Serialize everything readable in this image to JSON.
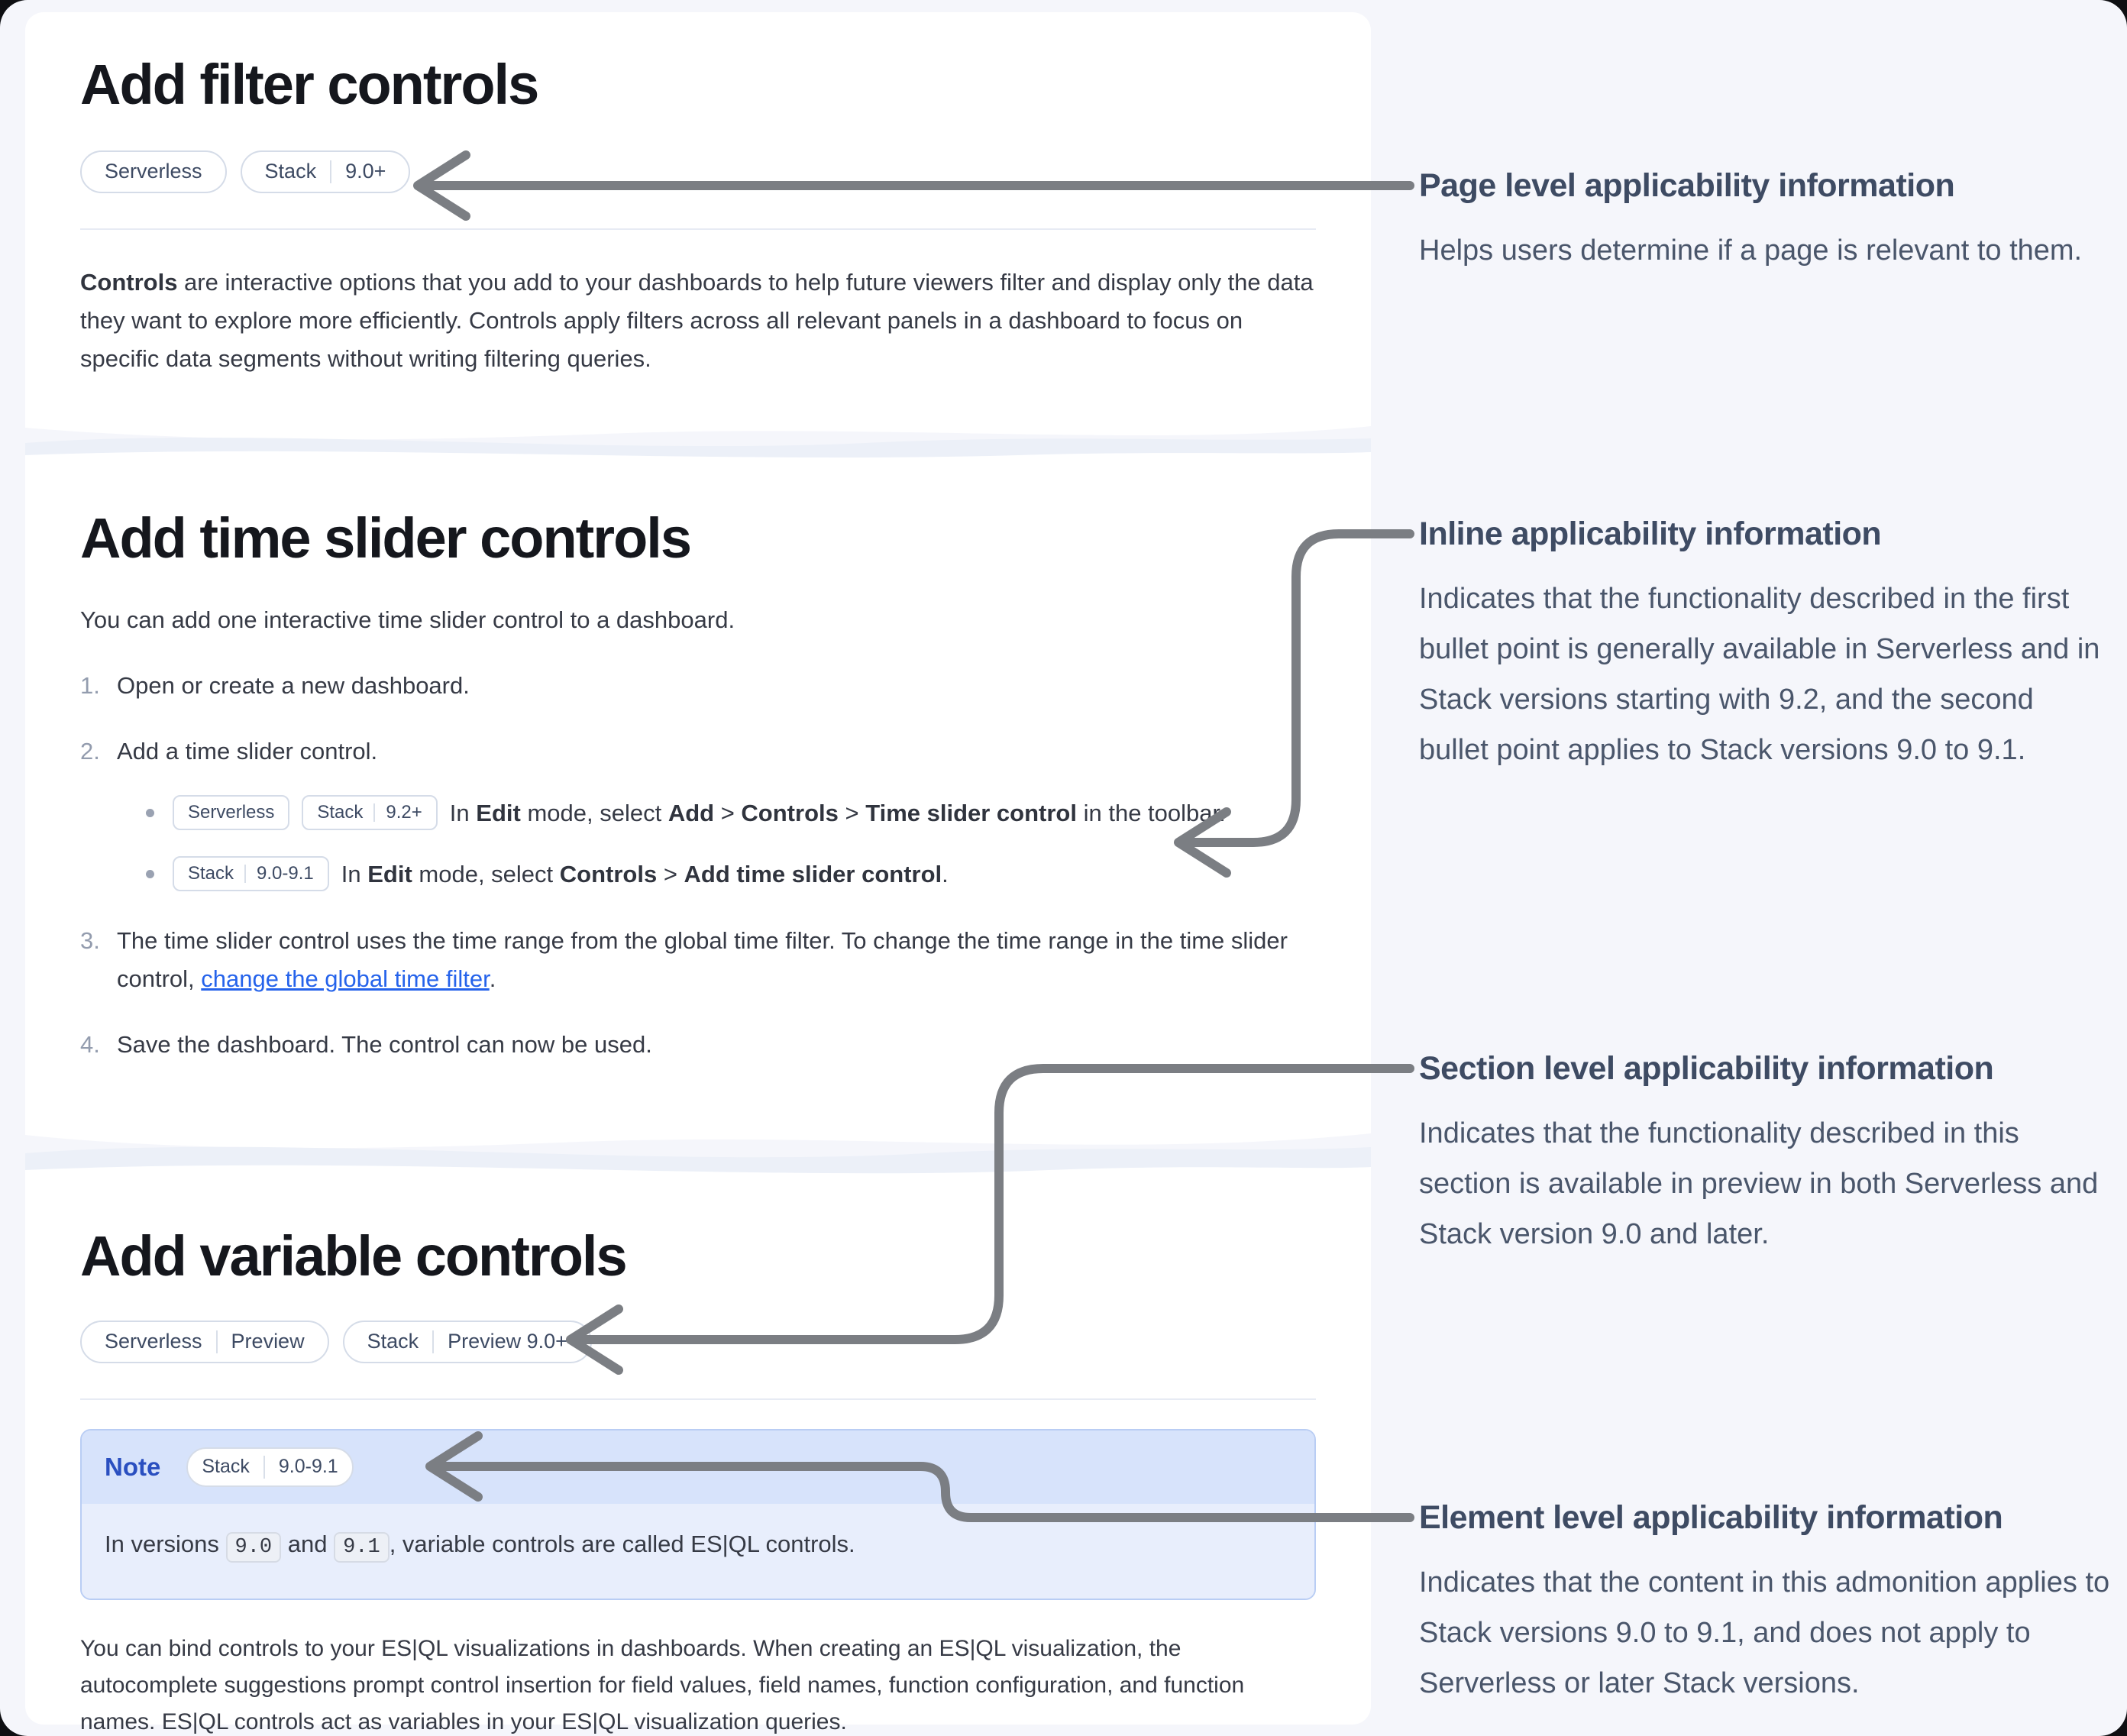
{
  "colors": {
    "page_background": "#f5f6fb",
    "card_background": "#ffffff",
    "heading_text": "#15171d",
    "body_text": "#363a45",
    "annotation_heading": "#3e4b63",
    "annotation_text": "#4a566b",
    "arrow_gray": "#7b7e83",
    "link_blue": "#2563eb",
    "badge_border": "#d5dce8",
    "badge_text": "#3d4a63",
    "note_border": "#b9cdf4",
    "note_header_background": "#d7e3fb",
    "note_body_background": "#e8eefc",
    "note_label_blue": "#2a4fc0",
    "code_background": "#edf0f6",
    "wave_tint": "#ecf0f8"
  },
  "filter_section": {
    "heading": "Add filter controls",
    "badges": [
      {
        "style": "pill",
        "segments": [
          "Serverless"
        ]
      },
      {
        "style": "pill",
        "segments": [
          "Stack",
          "9.0+"
        ]
      }
    ],
    "paragraph": [
      {
        "t": "Controls",
        "b": true
      },
      {
        "t": " are interactive options that you add to your dashboards to help future viewers filter and display only the data they want to explore more efficiently. Controls apply filters across all relevant panels in a dashboard to focus on specific data segments without writing filtering queries."
      }
    ]
  },
  "time_slider_section": {
    "heading": "Add time slider controls",
    "intro": "You can add one interactive time slider control to a dashboard.",
    "steps": [
      {
        "num": "1.",
        "parts": [
          {
            "t": "Open or create a new dashboard."
          }
        ]
      },
      {
        "num": "2.",
        "parts": [
          {
            "t": "Add a time slider control."
          }
        ]
      },
      {
        "num": "3.",
        "parts": [
          {
            "t": "The time slider control uses the time range from the global time filter. To change the time range in the time slider control, "
          },
          {
            "t": "change the global time filter",
            "link": true
          },
          {
            "t": "."
          }
        ]
      },
      {
        "num": "4.",
        "parts": [
          {
            "t": "Save the dashboard. The control can now be used."
          }
        ]
      }
    ],
    "bullets": [
      {
        "parts": [
          {
            "badge": [
              "Serverless"
            ]
          },
          {
            "badge": [
              "Stack",
              "9.2+"
            ]
          },
          {
            "t": "In "
          },
          {
            "t": "Edit",
            "b": true
          },
          {
            "t": " mode, select "
          },
          {
            "t": "Add",
            "b": true
          },
          {
            "t": " > "
          },
          {
            "t": "Controls",
            "b": true
          },
          {
            "t": " > "
          },
          {
            "t": "Time slider control",
            "b": true
          },
          {
            "t": " in the toolbar."
          }
        ]
      },
      {
        "parts": [
          {
            "badge": [
              "Stack",
              "9.0-9.1"
            ]
          },
          {
            "t": "In "
          },
          {
            "t": "Edit",
            "b": true
          },
          {
            "t": " mode, select "
          },
          {
            "t": "Controls",
            "b": true
          },
          {
            "t": " > "
          },
          {
            "t": "Add time slider control",
            "b": true
          },
          {
            "t": "."
          }
        ]
      }
    ]
  },
  "variable_section": {
    "heading": "Add variable controls",
    "badges": [
      {
        "style": "pill",
        "segments": [
          "Serverless",
          "Preview"
        ]
      },
      {
        "style": "pill",
        "segments": [
          "Stack",
          "Preview 9.0+"
        ]
      }
    ],
    "note": {
      "label": "Note",
      "badge": {
        "style": "pill",
        "segments": [
          "Stack",
          "9.0-9.1"
        ]
      },
      "body": [
        {
          "t": "In versions "
        },
        {
          "t": "9.0",
          "code": true
        },
        {
          "t": " and "
        },
        {
          "t": "9.1",
          "code": true
        },
        {
          "t": ", variable controls are called ES|QL controls."
        }
      ]
    },
    "paragraph": [
      {
        "t": "You can bind controls to your ES|QL visualizations in dashboards. When creating an ES|QL visualization, the autocomplete suggestions prompt control insertion for field values, field names, function configuration, and function names. ES|QL controls act as variables in your ES|QL visualization queries."
      }
    ]
  },
  "annotations": {
    "page_level": {
      "heading": "Page level applicability information",
      "body": "Helps users determine if a page is relevant to them."
    },
    "inline": {
      "heading": "Inline applicability information",
      "body": "Indicates that the functionality described in the first bullet point is generally available in Serverless and in Stack versions starting with 9.2, and the second bullet point applies to Stack versions 9.0 to 9.1."
    },
    "section_level": {
      "heading": "Section level applicability information",
      "body": "Indicates that the functionality described in this section is available in preview in both Serverless and Stack version 9.0 and later."
    },
    "element_level": {
      "heading": "Element level applicability information",
      "body": "Indicates that the content in this admonition applies to Stack versions 9.0 to 9.1, and does not apply to Serverless or later Stack versions."
    }
  }
}
